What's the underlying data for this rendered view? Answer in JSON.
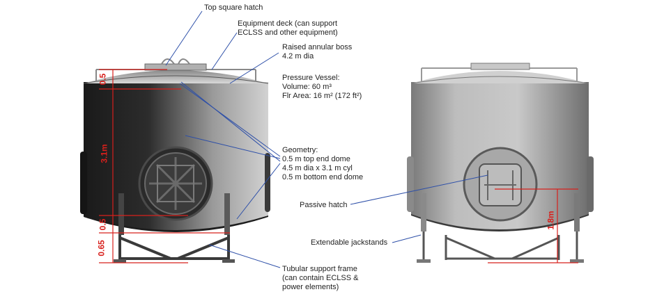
{
  "colors": {
    "leader_line": "#2d4fa8",
    "dimension": "#d8201c",
    "tank_dark": "#2a2a2a",
    "tank_light": "#c8c8c8"
  },
  "callouts": {
    "top_hatch": [
      "Top square hatch"
    ],
    "equipment_deck": [
      "Equipment deck (can support",
      "ECLSS and other equipment)"
    ],
    "annular_boss": [
      "Raised annular boss",
      "4.2 m dia"
    ],
    "pressure_vessel": [
      "Pressure Vessel:",
      "Volume: 60 m³",
      "Flr Area: 16 m² (172 ft²)"
    ],
    "geometry": [
      "Geometry:",
      "0.5 m top end dome",
      "4.5 m dia x 3.1 m cyl",
      "0.5 m bottom end dome"
    ],
    "passive_hatch": [
      "Passive hatch"
    ],
    "jackstands": [
      "Extendable jackstands"
    ],
    "support_frame": [
      "Tubular support frame",
      "(can contain ECLSS &",
      "power elements)"
    ]
  },
  "dimensions": {
    "top_dome": "0.5",
    "cylinder": "3.1m",
    "bottom_dome": "0.5",
    "frame": "0.65",
    "hatch_height": "1.8m"
  }
}
